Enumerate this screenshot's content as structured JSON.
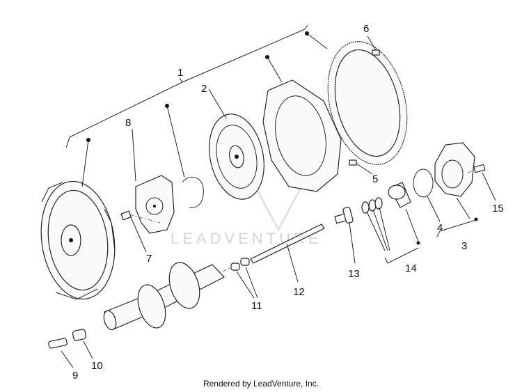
{
  "diagram": {
    "callouts": [
      "1",
      "2",
      "3",
      "4",
      "5",
      "6",
      "7",
      "8",
      "9",
      "10",
      "11",
      "12",
      "13",
      "14",
      "15"
    ],
    "watermark": "LEADVENTURE",
    "footer": "Rendered by LeadVenture, Inc."
  }
}
